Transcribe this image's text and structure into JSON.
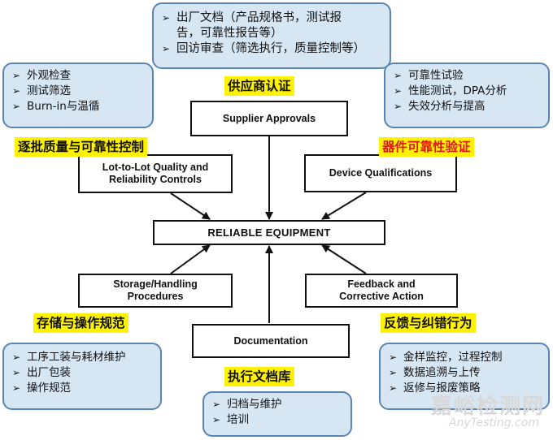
{
  "boxes": {
    "supplier": "Supplier Approvals",
    "lot_line1": "Lot-to-Lot Quality and",
    "lot_line2": "Reliability Controls",
    "device": "Device Qualifications",
    "center": "RELIABLE EQUIPMENT",
    "storage_line1": "Storage/Handling",
    "storage_line2": "Procedures",
    "feedback_line1": "Feedback and",
    "feedback_line2": "Corrective Action",
    "documentation": "Documentation"
  },
  "labels": {
    "supplier": "供应商认证",
    "lot": "逐批质量与可靠性控制",
    "device": "器件可靠性验证",
    "storage": "存储与操作规范",
    "feedback": "反馈与纠错行为",
    "documentation": "执行文档库"
  },
  "notes": {
    "top": [
      "出厂文档（产品规格书，测试报",
      "告，可靠性报告等）",
      "回访审查（筛选执行，质量控制等）"
    ],
    "left": [
      "外观检查",
      "测试筛选",
      "Burn-in与温循"
    ],
    "right": [
      "可靠性试验",
      "性能测试，DPA分析",
      "失效分析与提高"
    ],
    "bottom_left": [
      "工序工装与耗材维护",
      "出厂包装",
      "操作规范"
    ],
    "bottom_center": [
      "归档与维护",
      "培训"
    ],
    "bottom_right": [
      "金样监控，过程控制",
      "数据追溯与上传",
      "返修与报废策略"
    ]
  },
  "watermark": {
    "cn": "嘉峪检测网",
    "en": "AnyTesting.com"
  },
  "colors": {
    "note_fill": "#d7e6f3",
    "note_border": "#5b84b4",
    "label_highlight": "#fff200",
    "label_red": "#e0161b"
  }
}
